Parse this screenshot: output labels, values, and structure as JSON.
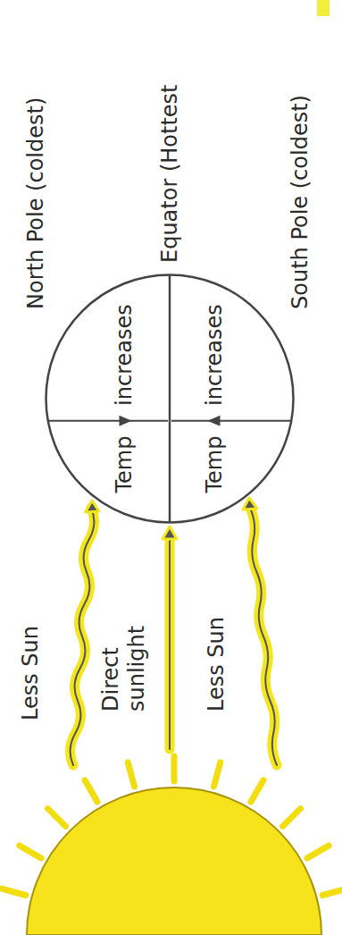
{
  "diagram": {
    "nodes": [
      {
        "text": [
          "Temp increases",
          "Temp increases"
        ]
      }
    ],
    "labels": [
      "Less Sun",
      "Direct sunlight",
      "Less Sun",
      "North Pole (coldest)",
      "Equator (Hottest",
      "South Pole (coldest)"
    ]
  }
}
